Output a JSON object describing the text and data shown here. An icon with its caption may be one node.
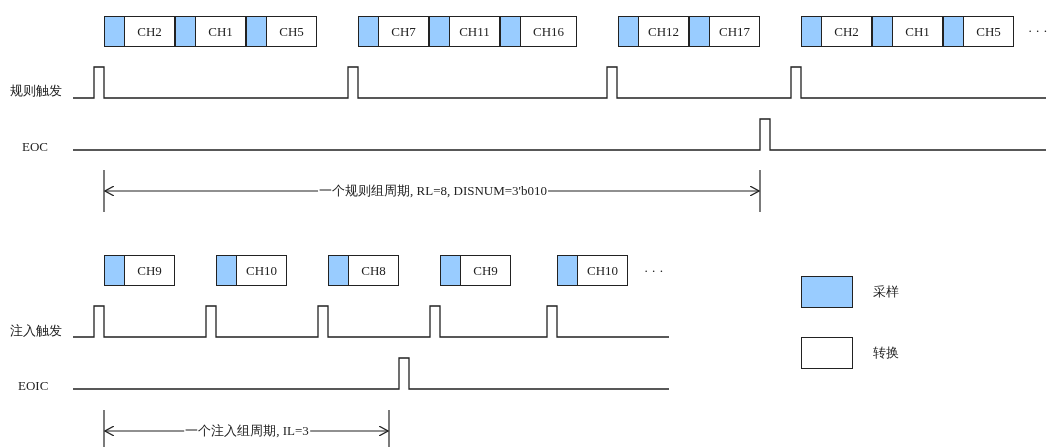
{
  "diagram": {
    "nodes": [
      {
        "text": [
          "CH2"
        ]
      },
      {
        "text": [
          "CH1"
        ]
      },
      {
        "text": [
          "CH5"
        ]
      },
      {
        "text": [
          "CH7"
        ]
      },
      {
        "text": [
          "CH11"
        ]
      },
      {
        "text": [
          "CH16"
        ]
      },
      {
        "text": [
          "CH12"
        ]
      },
      {
        "text": [
          "CH17"
        ]
      },
      {
        "text": [
          "CH2"
        ]
      },
      {
        "text": [
          "CH1"
        ]
      },
      {
        "text": [
          "CH5"
        ]
      },
      {
        "text": [
          "CH9"
        ]
      },
      {
        "text": [
          "CH10"
        ]
      },
      {
        "text": [
          "CH8"
        ]
      },
      {
        "text": [
          "CH9"
        ]
      },
      {
        "text": [
          "CH10"
        ]
      }
    ],
    "edges": [],
    "labels": [
      "· · ·",
      "规则触发",
      "EOC",
      "一个规则组周期, RL=8, DISNUM=3'b010",
      "· · ·",
      "注入触发",
      "EOIC",
      "一个注入组周期, IL=3"
    ],
    "legend": [
      {
        "text": "采样",
        "color": "#99ccff"
      },
      {
        "text": "转换",
        "color": "#ffffff"
      }
    ]
  }
}
